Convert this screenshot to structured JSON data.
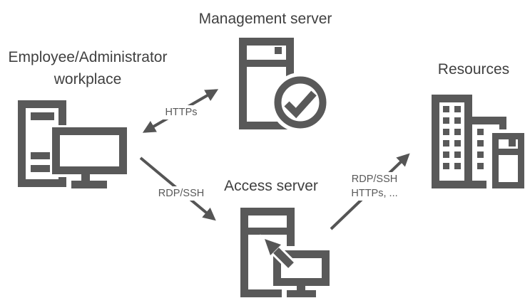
{
  "diagram": {
    "colors": {
      "icon": "#595959",
      "arrow": "#555555",
      "title_text": "#404040",
      "label_text": "#595959",
      "background": "#ffffff"
    },
    "nodes": {
      "workplace": {
        "label_line1": "Employee/Administrator",
        "label_line2": "workplace",
        "icon": "desktop-workstation-icon"
      },
      "management": {
        "label": "Management server",
        "icon": "server-with-checkmark-icon"
      },
      "access": {
        "label": "Access server",
        "icon": "server-with-remote-cursor-icon"
      },
      "resources": {
        "label": "Resources",
        "icon": "buildings-icon"
      }
    },
    "connections": [
      {
        "from": "workplace",
        "to": "management",
        "label": "HTTPs",
        "arrows": "bidirectional"
      },
      {
        "from": "workplace",
        "to": "access",
        "label": "RDP/SSH",
        "arrows": "forward"
      },
      {
        "from": "access",
        "to": "resources",
        "label_line1": "RDP/SSH",
        "label_line2": "HTTPs, ...",
        "arrows": "forward"
      }
    ]
  }
}
